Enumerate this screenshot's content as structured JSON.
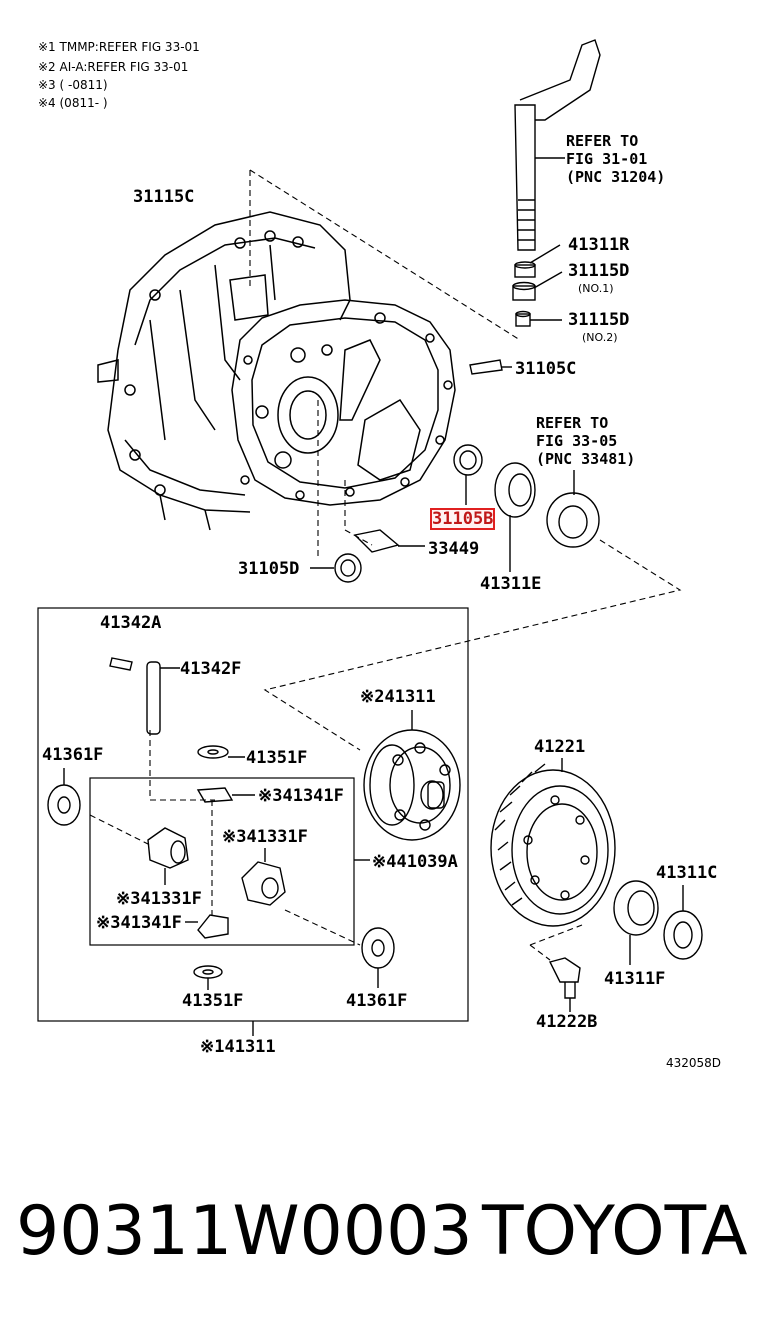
{
  "notes": [
    "※1 TMMP:REFER FIG 33-01",
    "※2 AI-A:REFER FIG 33-01",
    "※3 (       -0811)",
    "※4 (0811-       )"
  ],
  "refer_top": "REFER TO\nFIG 31-01\n(PNC 31204)",
  "refer_mid": "REFER TO\nFIG 33-05\n(PNC 33481)",
  "labels": {
    "p31115C": "31115C",
    "p41311R": "41311R",
    "p31115D_1": "31115D",
    "no1": "(NO.1)",
    "p31115D_2": "31115D",
    "no2": "(NO.2)",
    "p31105C": "31105C",
    "p31105B": "31105B",
    "p33449": "33449",
    "p31105D": "31105D",
    "p41311E": "41311E",
    "p41342A": "41342A",
    "p41342F": "41342F",
    "p41361F_l": "41361F",
    "p41351F_t": "41351F",
    "p41341F_t": "※341341F",
    "p41331F_r": "※341331F",
    "p41039A": "※441039A",
    "p41331F_l": "※341331F",
    "p41341F_b": "※341341F",
    "p41351F_b": "41351F",
    "p41361F_r": "41361F",
    "p41311_box": "※141311",
    "p41311_diff": "※241311",
    "p41221": "41221",
    "p41311C": "41311C",
    "p41311F": "41311F",
    "p41222B": "41222B"
  },
  "figure_code": "432058D",
  "footer": {
    "part_number": "90311W0003",
    "brand": "TOYOTA"
  }
}
